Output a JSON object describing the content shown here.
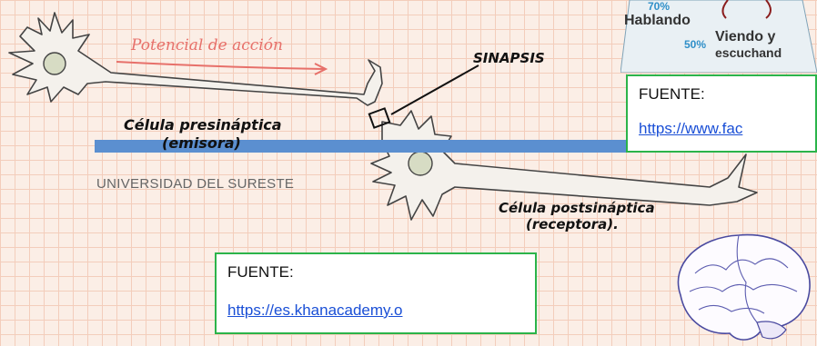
{
  "labels": {
    "action_potential": "Potencial de acción",
    "synapse": "SINAPSIS",
    "presynaptic_line1": "Célula presináptica",
    "presynaptic_line2": "(emisora)",
    "postsynaptic_line1": "Célula postsináptica",
    "postsynaptic_line2": "(receptora).",
    "university": "UNIVERSIDAD DEL SURESTE"
  },
  "source_top": {
    "label": "FUENTE:",
    "link": "https://www.fac"
  },
  "source_bottom": {
    "label": "FUENTE:",
    "link": "https://es.khanacademy.o"
  },
  "learning_graphic": {
    "pct_speaking": "70%",
    "speaking": "Hablando",
    "pct_seeing": "50%",
    "seeing_line1": "Viendo y",
    "seeing_line2": "escuchand"
  },
  "colors": {
    "grid": "#f3cdbb",
    "bar": "#5b8fd0",
    "frame": "#2bb44a",
    "link": "#1a4fd6",
    "accent_red": "#e7706a"
  }
}
